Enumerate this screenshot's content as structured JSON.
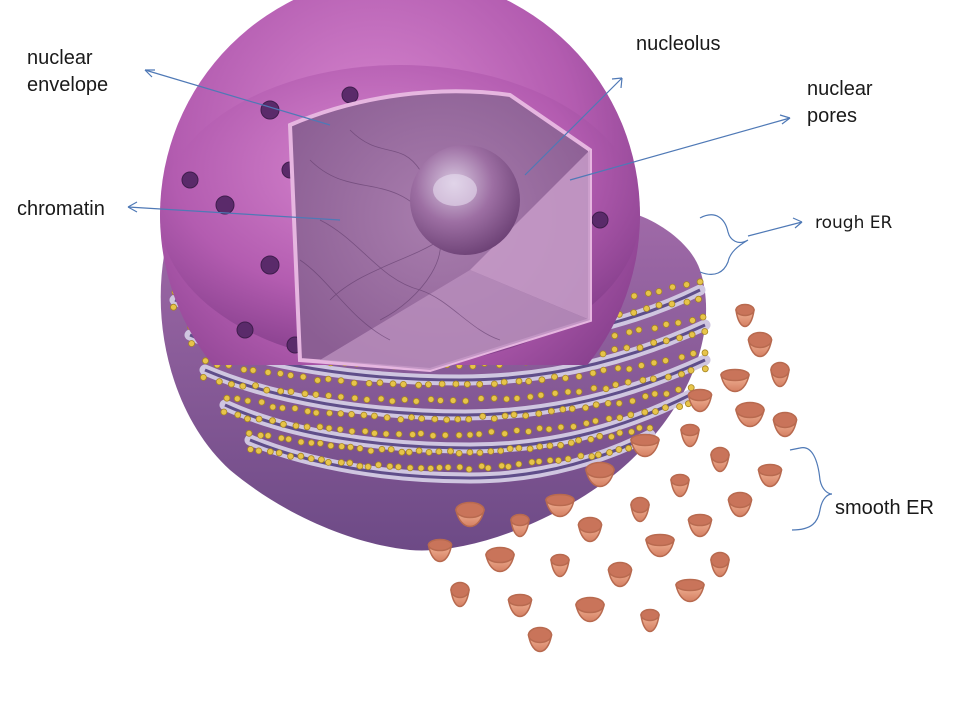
{
  "labels": {
    "nuclear_envelope": [
      "nuclear",
      "envelope"
    ],
    "nucleolus": "nucleolus",
    "nuclear_pores": [
      "nuclear",
      "pores"
    ],
    "chromatin": "chromatin",
    "rough_er": "rough ER",
    "smooth_er": "smooth ER"
  },
  "colors": {
    "nucleus_outer": "#b35cb0",
    "nucleus_cut": "#9a6aa0",
    "nucleolus": "#8e5f92",
    "rough_er": "#7d6aa6",
    "ribosome": "#e7c44a",
    "smooth_er": "#e49a7c",
    "leader_line": "#4f79b6",
    "text": "#1a1a1a"
  }
}
